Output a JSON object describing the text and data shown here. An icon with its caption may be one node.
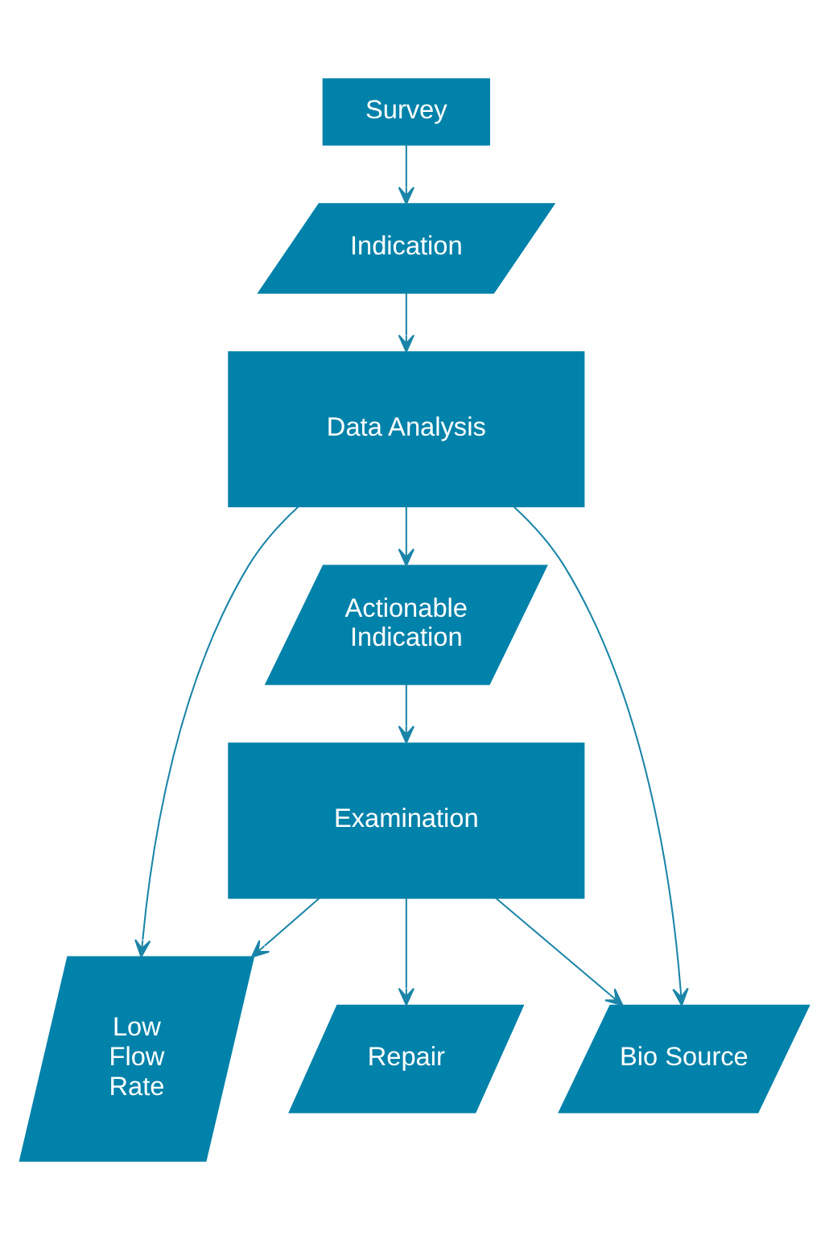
{
  "diagram": {
    "nodes": [
      {
        "text": [
          "Survey"
        ]
      },
      {
        "text": [
          "Indication"
        ]
      },
      {
        "text": [
          "Data Analysis"
        ]
      },
      {
        "text": [
          "Actionable Indication"
        ]
      },
      {
        "text": [
          "Examination"
        ]
      },
      {
        "text": [
          "Low Flow Rate"
        ]
      },
      {
        "text": [
          "Repair"
        ]
      },
      {
        "text": [
          "Bio Source"
        ]
      }
    ],
    "edges": [
      {
        "from": 0,
        "to": 1,
        "arrow": "to"
      },
      {
        "from": 1,
        "to": 2,
        "arrow": "to"
      },
      {
        "from": 2,
        "to": 3,
        "arrow": "to"
      },
      {
        "from": 3,
        "to": 4,
        "arrow": "to"
      },
      {
        "from": 2,
        "to": 5,
        "arrow": "to"
      },
      {
        "from": 2,
        "to": 7,
        "arrow": "to"
      },
      {
        "from": 4,
        "to": 5,
        "arrow": "to"
      },
      {
        "from": 4,
        "to": 6,
        "arrow": "to"
      },
      {
        "from": 4,
        "to": 7,
        "arrow": "to"
      }
    ]
  }
}
